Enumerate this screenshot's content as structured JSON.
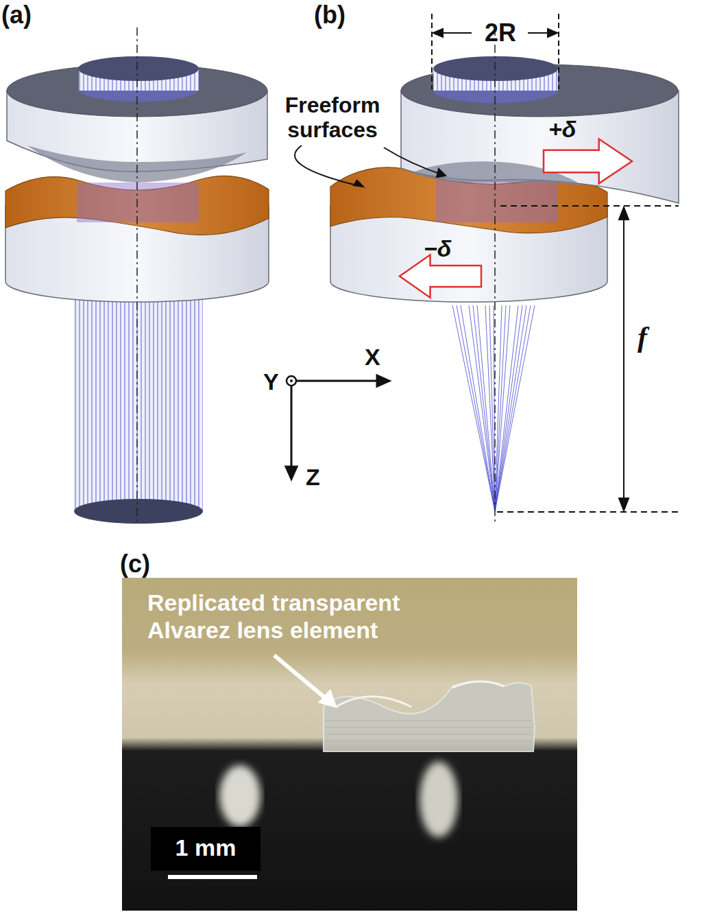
{
  "diagram": {
    "nodes": [
      {
        "text": [
          "+δ"
        ]
      },
      {
        "text": [
          "−δ"
        ]
      },
      {
        "text": [
          "1 mm"
        ]
      }
    ],
    "labels": [
      "(a)",
      "(b)",
      "2R",
      "Freeform surfaces",
      "X",
      "Y",
      "Z",
      "f",
      "(c)",
      "Replicated transparent Alvarez lens element"
    ]
  }
}
